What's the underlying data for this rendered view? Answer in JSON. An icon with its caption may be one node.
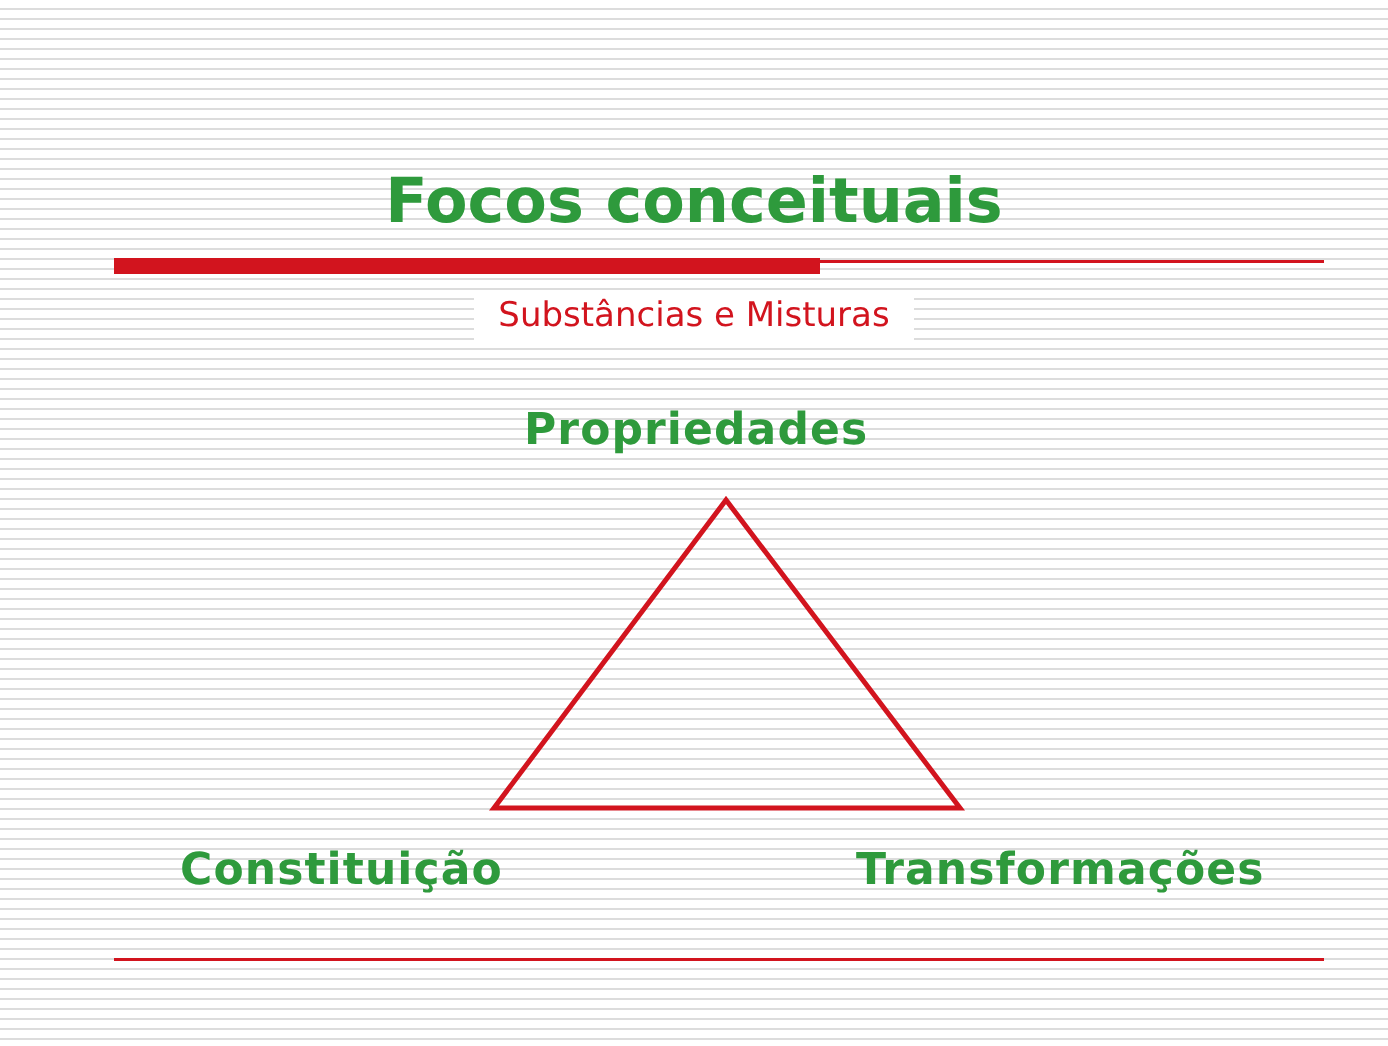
{
  "diagram": {
    "title": "Focos conceituais",
    "nodes": [
      {
        "text": [
          "Propriedades"
        ]
      },
      {
        "text": [
          "Constituição"
        ]
      },
      {
        "text": [
          "Transformações"
        ]
      }
    ],
    "labels": [
      "Substâncias e Misturas"
    ]
  }
}
